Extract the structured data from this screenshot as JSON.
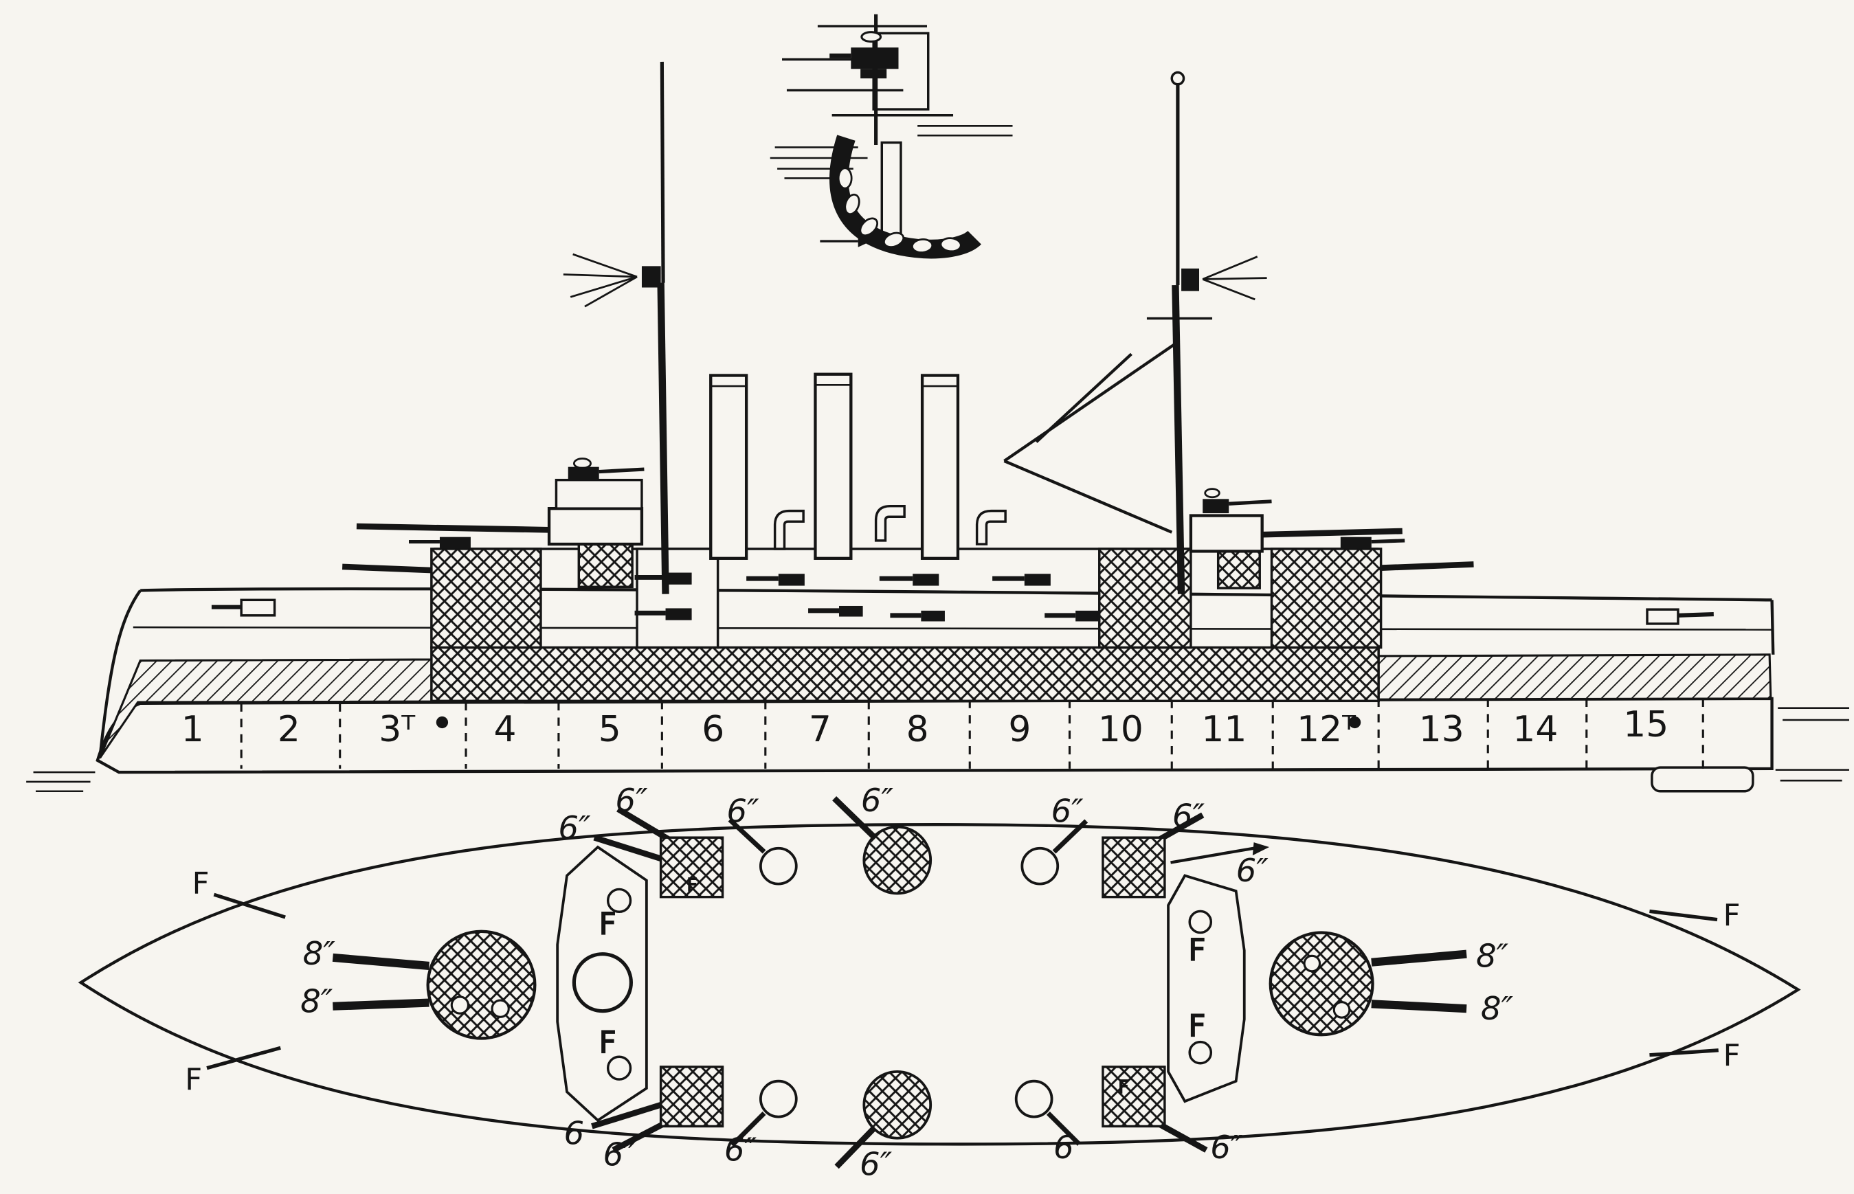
{
  "figure": {
    "kind": "warship-armor-and-armament-schematic",
    "paper_color": "#f7f5f0",
    "ink_color": "#151515",
    "views": {
      "top": "armor-cross-section-detail",
      "middle": "side-elevation",
      "bottom": "deck-plan"
    }
  },
  "side_view": {
    "compartment_numbers": [
      "1",
      "2",
      "3ᵀ",
      "4",
      "5",
      "6",
      "7",
      "8",
      "9",
      "10",
      "11",
      "12ᵀ",
      "13",
      "14",
      "15"
    ]
  },
  "plan_view": {
    "top_gun_labels": [
      "6″",
      "6″",
      "6″",
      "6″",
      "6″",
      "6″",
      "6″"
    ],
    "bottom_gun_labels": [
      "6",
      "6″",
      "6″",
      "6″",
      "6",
      "6″"
    ],
    "port_main_labels": [
      "8″",
      "8″"
    ],
    "starboard_main_labels": [
      "8″",
      "8″"
    ],
    "bow_f_labels": [
      "F",
      "F"
    ],
    "stern_f_labels": [
      "F",
      "F"
    ],
    "citadel_f_labels": [
      "F",
      "F",
      "F",
      "F"
    ],
    "casemate_f_labels": [
      "F",
      "F"
    ]
  }
}
